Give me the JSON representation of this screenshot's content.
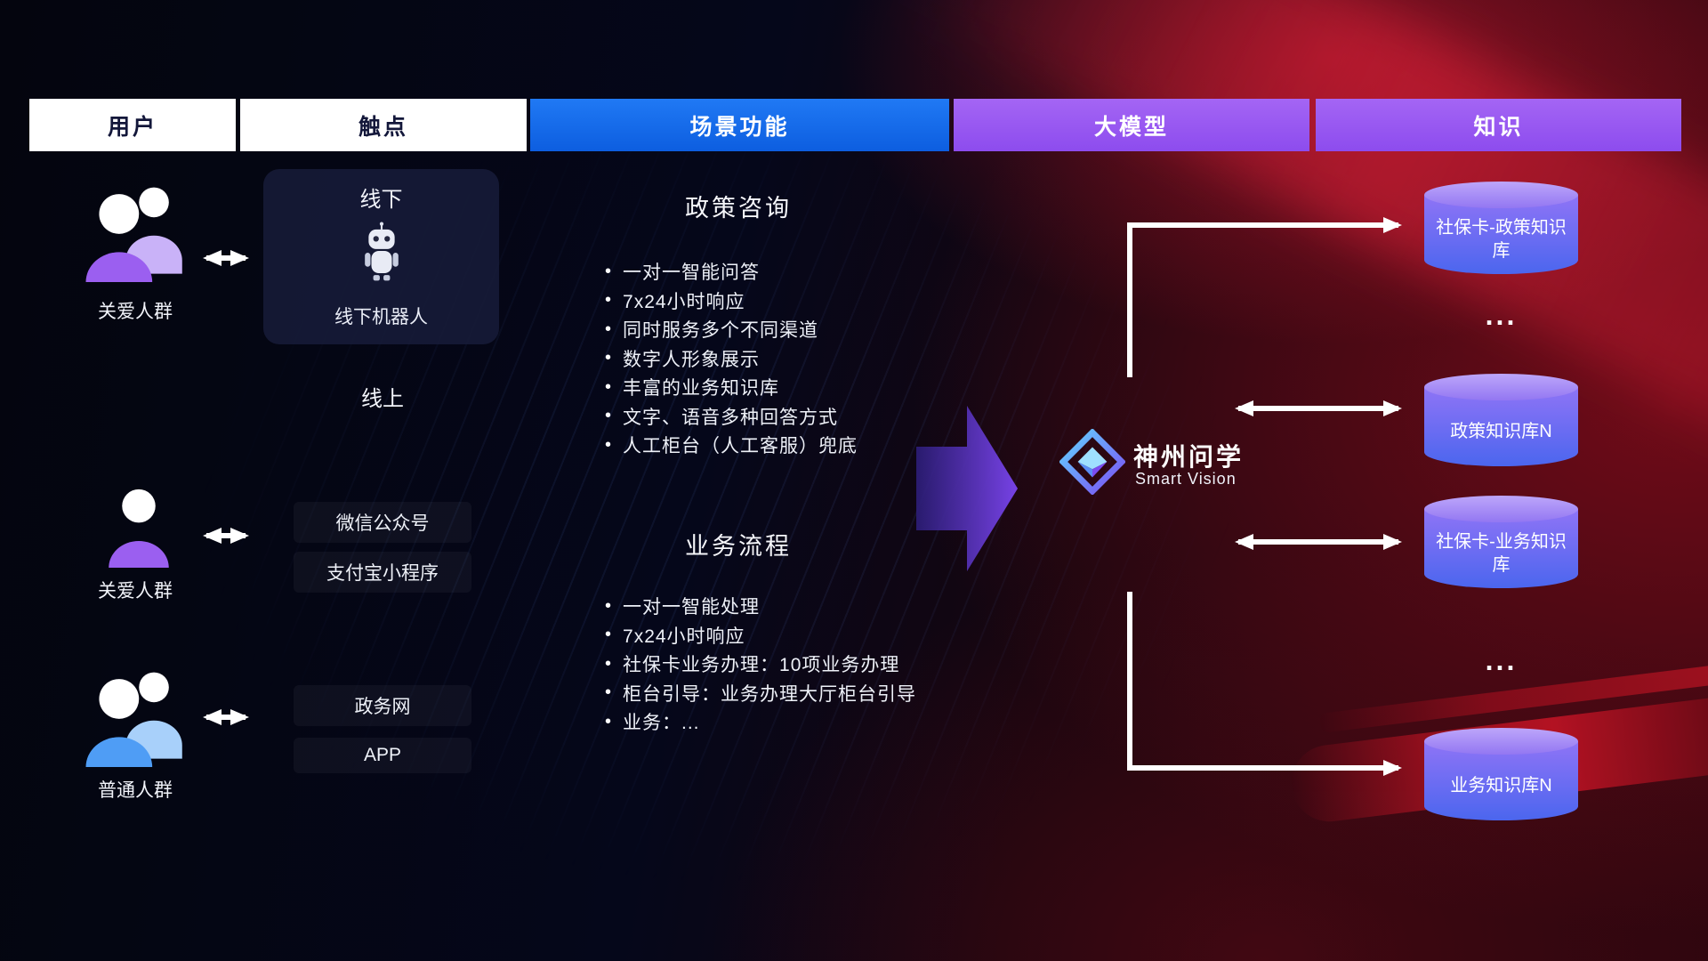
{
  "header": {
    "columns": [
      {
        "label": "用户"
      },
      {
        "label": "触点"
      },
      {
        "label": "场景功能"
      },
      {
        "label": "大模型"
      },
      {
        "label": "知识"
      }
    ]
  },
  "users": [
    {
      "label": "关爱人群",
      "icon": "group-users-purple"
    },
    {
      "label": "关爱人群",
      "icon": "person-purple"
    },
    {
      "label": "普通人群",
      "icon": "group-users-blue"
    }
  ],
  "touchpoints": {
    "offline_title": "线下",
    "offline_robot_label": "线下机器人",
    "online_label": "线上",
    "channels": [
      "微信公众号",
      "支付宝小程序",
      "政务网",
      "APP"
    ]
  },
  "scenarios": [
    {
      "title": "政策咨询",
      "items": [
        "一对一智能问答",
        "7x24小时响应",
        "同时服务多个不同渠道",
        "数字人形象展示",
        "丰富的业务知识库",
        "文字、语音多种回答方式",
        "人工柜台（人工客服）兜底"
      ]
    },
    {
      "title": "业务流程",
      "items": [
        "一对一智能处理",
        "7x24小时响应",
        "社保卡业务办理：10项业务办理",
        "柜台引导：业务办理大厅柜台引导",
        "业务：..."
      ]
    }
  ],
  "model": {
    "name": "神州问学",
    "subtitle": "Smart Vision"
  },
  "knowledge": {
    "databases": [
      "社保卡-政策知识库",
      "政策知识库N",
      "社保卡-业务知识库",
      "业务知识库N"
    ],
    "ellipsis": "..."
  },
  "colors": {
    "header_blue": "#1671f0",
    "header_purple": "#9a5cf2",
    "cylinder_top": "#a98cf8",
    "cylinder_bottom": "#4b66ee",
    "accent_purple": "#9b5ff0",
    "accent_blue": "#4f9df5",
    "arrow_white": "#ffffff"
  }
}
